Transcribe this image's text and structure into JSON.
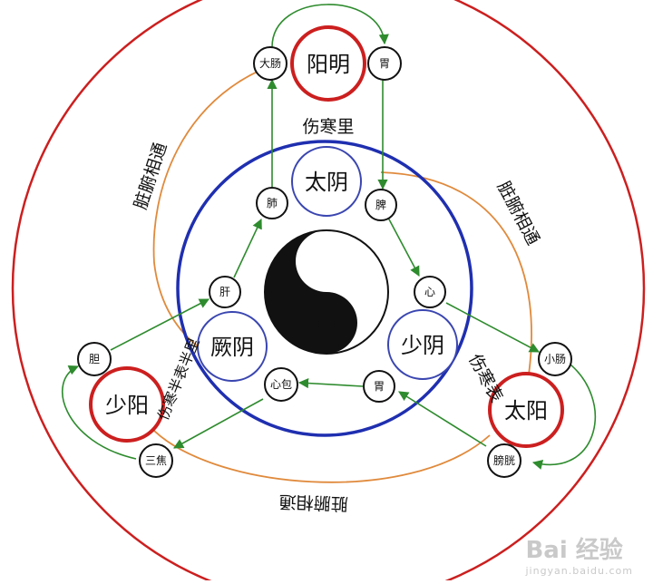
{
  "outer_label": "伤寒里",
  "surface_label": "伤寒表",
  "half_label": "伤寒半表半里",
  "connection_label": "脏腑相通",
  "meridians": {
    "yangming": "阳明",
    "taiyin": "太阴",
    "shaoyin": "少阴",
    "jueyin": "厥阴",
    "shaoyang": "少阳",
    "taiyang": "太阳"
  },
  "organs": {
    "dachang": "大肠",
    "wei_top": "胃",
    "fei": "肺",
    "pi": "脾",
    "xin": "心",
    "gan": "肝",
    "xinbao": "心包",
    "wei_bottom": "胃",
    "dan": "胆",
    "sanjiao": "三焦",
    "xiaochang": "小肠",
    "pangguang": "膀胱"
  },
  "watermark": {
    "brand": "Bai 经验",
    "url": "jingyan.baidu.com"
  },
  "colors": {
    "outer_ring": "#cc1f1f",
    "inner_ring": "#1f2fb0",
    "yang_circle": "#cc1f1f",
    "yin_circle": "#3a46b0",
    "flow_arrow": "#2e8b2e",
    "connection_line": "#e08a3c"
  }
}
